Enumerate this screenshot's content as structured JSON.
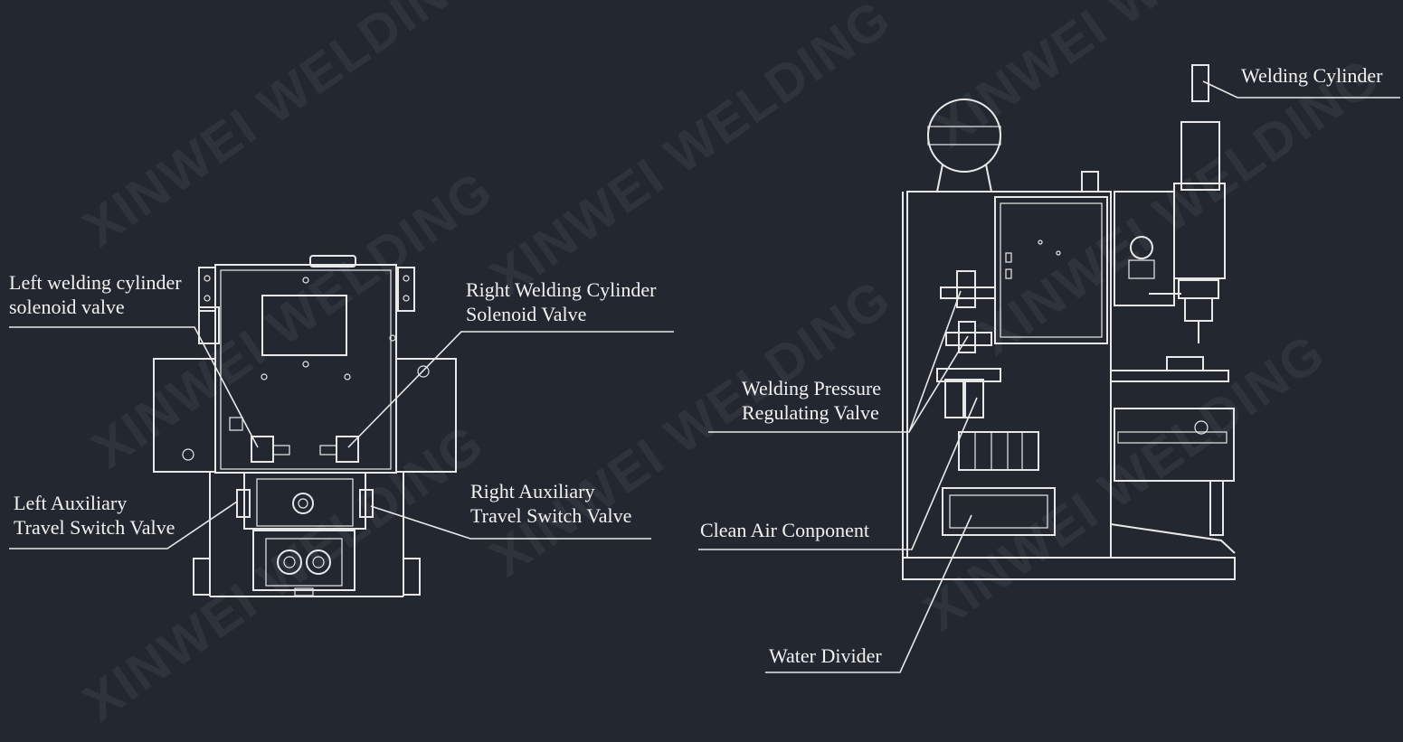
{
  "watermark": "XINWEI WELDING",
  "labels": {
    "left_cylinder_line1": "Left welding cylinder",
    "left_cylinder_line2": "solenoid valve",
    "right_cylinder_line1": "Right Welding Cylinder",
    "right_cylinder_line2": "Solenoid Valve",
    "left_aux_line1": "Left Auxiliary",
    "left_aux_line2": "Travel Switch Valve",
    "right_aux_line1": "Right Auxiliary",
    "right_aux_line2": "Travel Switch Valve",
    "welding_cylinder": "Welding Cylinder",
    "pressure_valve_line1": "Welding Pressure",
    "pressure_valve_line2": "Regulating Valve",
    "clean_air": "Clean Air Conponent",
    "water_divider": "Water Divider"
  },
  "colors": {
    "background": "#232830",
    "line": "#e8e8e8",
    "text": "#f2f2f2"
  }
}
